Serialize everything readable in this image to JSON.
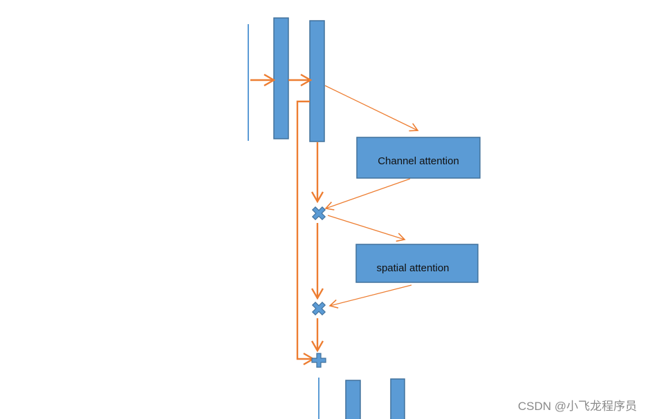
{
  "blocks": {
    "channel_attention": "Channel attention",
    "spatial_attention": "spatial attention"
  },
  "watermark": "CSDN @小飞龙程序员",
  "colors": {
    "block_fill": "#5b9bd5",
    "block_stroke": "#41719c",
    "arrow": "#ed7d31",
    "line": "#5b9bd5",
    "watermark": "#8a8a8a"
  }
}
